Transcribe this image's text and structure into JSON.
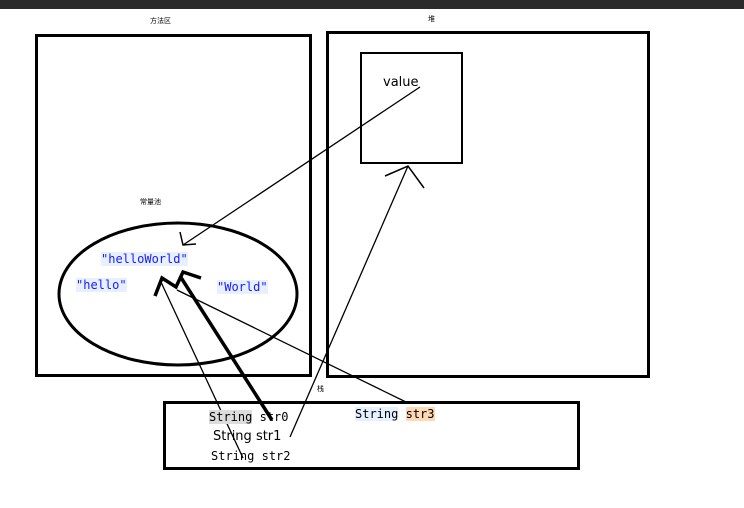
{
  "regions": {
    "method_area": "方法区",
    "heap": "堆",
    "constant_pool": "常量池",
    "stack": "栈"
  },
  "heap_object": {
    "field": "value"
  },
  "pool_strings": {
    "hello_world": "\"helloWorld\"",
    "hello": "\"hello\"",
    "world": "\"World\""
  },
  "stack_vars": [
    {
      "type": "String",
      "name": "str0"
    },
    {
      "type": "String",
      "name": "str1"
    },
    {
      "type": "String",
      "name": "str2"
    },
    {
      "type": "String",
      "name": "str3"
    }
  ]
}
